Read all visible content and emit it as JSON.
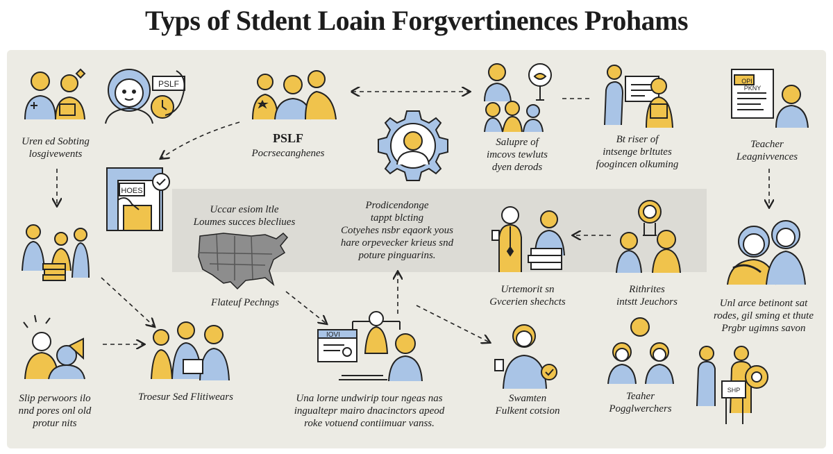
{
  "title": "Typs of Stdent Loain Forgvertinences Prohams",
  "labels": {
    "top_left": [
      "Uren ed Sobting",
      "losgivewents"
    ],
    "pslf_title": "PSLF",
    "pslf_sub": "Pocrsecanghenes",
    "pslf_sign": "PSLF",
    "gear_label": [
      "Salupre of",
      "imcovs tewluts",
      "dyen derods"
    ],
    "top_right_mid": [
      "Bt riser of",
      "intsenge brltutes",
      "foogincen olkuming"
    ],
    "teacher_top": [
      "Teacher",
      "Leagnivvences"
    ],
    "map_caption": [
      "Uccar esiom ltle",
      "Loumes succes blecliues"
    ],
    "center_text": [
      "Prodicendonge",
      "tappt blcting",
      "Cotyehes nsbr eqaork yous",
      "hare orpevecker krieus snd",
      "poture pinguarins."
    ],
    "flatef": "Flateuf Pechngs",
    "mid_right": [
      "Urtemorit sn",
      "Gvcerien shechcts"
    ],
    "rithrites": [
      "Rithrites",
      "intstt Jeuchors"
    ],
    "far_right_mid": [
      "Unl arce betinont sat",
      "rodes, gil sming et thute",
      "Prgbr ugimns savon"
    ],
    "bottom_left": [
      "Slip perwoors ilo",
      "nnd pores onl old",
      "protur nits"
    ],
    "troesur": "Troesur Sed Flitiwears",
    "bottom_center": [
      "Una lorne undwirip tour ngeas nas",
      "ingualtepr mairo dnacinctors apeod",
      "roke votuend contiimuar vanss."
    ],
    "swamten": [
      "Swamten",
      "Fulkent cotsion"
    ],
    "teaher": [
      "Teaher",
      "Pogglwerchers"
    ],
    "hoes_sign": "HOES",
    "iovi_sign": "IOVI",
    "pkny_sign": "PKNY",
    "opi_sign": "OPI",
    "shp_sign": "SHP"
  },
  "colors": {
    "accent_yellow": "#f0c34c",
    "accent_blue": "#a9c4e6",
    "outline": "#222222",
    "panel": "#ecebe4",
    "band": "#dcdbd5",
    "map_grey": "#8d8d8d"
  }
}
